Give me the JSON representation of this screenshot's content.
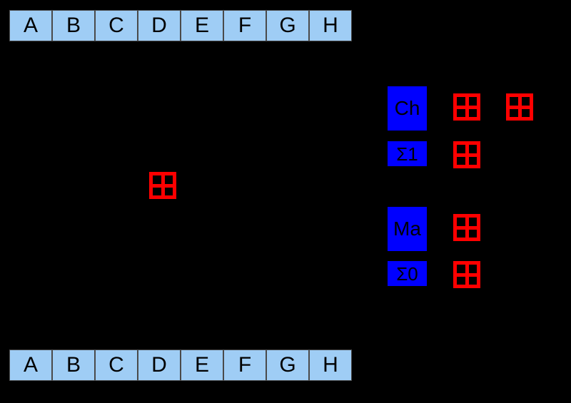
{
  "diagram": {
    "title": "SHA-2 compression function round",
    "background_color": "#000000",
    "register_color": "#9fcdf5",
    "operation_color": "#0000ff",
    "adder_color": "#ff0000"
  },
  "registers": {
    "top": [
      {
        "label": "A"
      },
      {
        "label": "B"
      },
      {
        "label": "C"
      },
      {
        "label": "D"
      },
      {
        "label": "E"
      },
      {
        "label": "F"
      },
      {
        "label": "G"
      },
      {
        "label": "H"
      }
    ],
    "bottom": [
      {
        "label": "A"
      },
      {
        "label": "B"
      },
      {
        "label": "C"
      },
      {
        "label": "D"
      },
      {
        "label": "E"
      },
      {
        "label": "F"
      },
      {
        "label": "G"
      },
      {
        "label": "H"
      }
    ]
  },
  "operations": [
    {
      "id": "ch",
      "label": "Ch"
    },
    {
      "id": "sigma1",
      "label": "Σ1"
    },
    {
      "id": "ma",
      "label": "Ma"
    },
    {
      "id": "sigma0",
      "label": "Σ0"
    }
  ],
  "adders": [
    {
      "id": "adder-middle",
      "icon": "boxed-plus-icon"
    },
    {
      "id": "adder-row1-left",
      "icon": "boxed-plus-icon"
    },
    {
      "id": "adder-row1-right",
      "icon": "boxed-plus-icon"
    },
    {
      "id": "adder-row2",
      "icon": "boxed-plus-icon"
    },
    {
      "id": "adder-row3",
      "icon": "boxed-plus-icon"
    },
    {
      "id": "adder-row4",
      "icon": "boxed-plus-icon"
    }
  ]
}
